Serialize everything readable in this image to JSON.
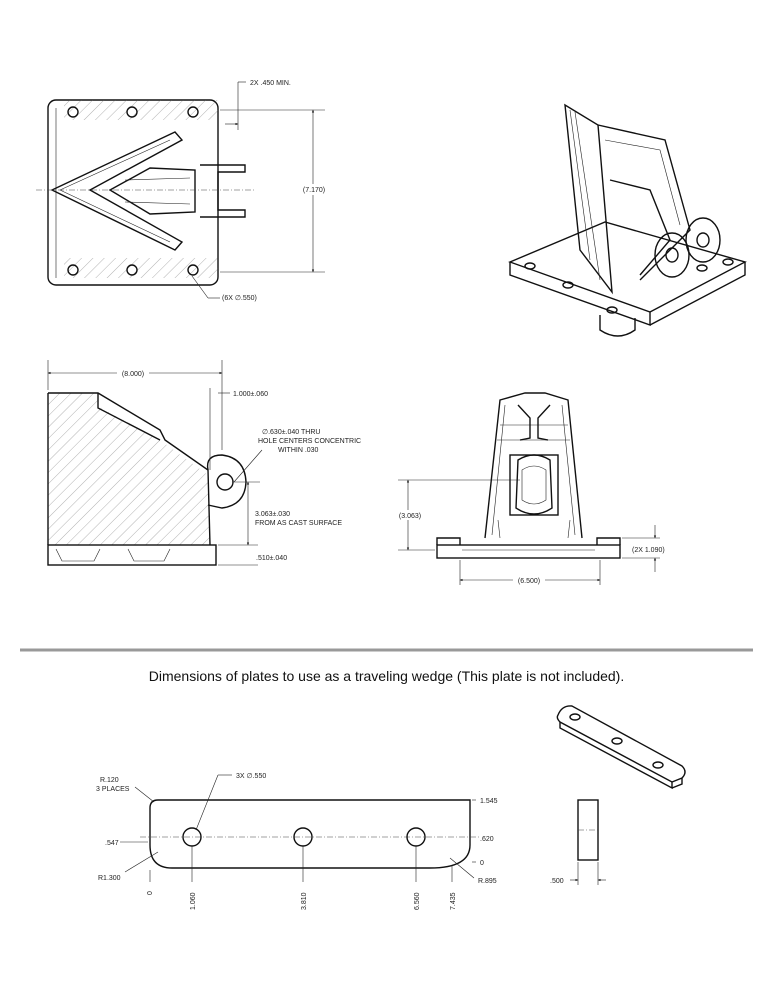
{
  "caption": "Dimensions of plates to use as a traveling wedge (This plate is not included).",
  "top_view": {
    "min_dim": "2X .450 MIN.",
    "height_dim": "(7.170)",
    "holes": "(6X ∅.550)"
  },
  "side_view": {
    "length": "(8.000)",
    "lug": "1.000±.060",
    "hole_note_1": "∅.630±.040 THRU",
    "hole_note_2": "HOLE CENTERS CONCENTRIC",
    "hole_note_3": "WITHIN .030",
    "height_1": "3.063±.030",
    "height_2": "FROM AS CAST SURFACE",
    "base": ".510±.040"
  },
  "front_view": {
    "height": "(3.063)",
    "ear": "(2X 1.090)",
    "width": "(6.500)"
  },
  "plate": {
    "corner_radius": "R.120",
    "corner_places": "3 PLACES",
    "holes": "3X ∅.550",
    "y_top": "1.545",
    "y_left": ".547",
    "y_center": ".620",
    "y_zero": "0",
    "left_radius": "R1.300",
    "right_radius": "R.895",
    "x_ticks": [
      "0",
      "1.060",
      "3.810",
      "6.560",
      "7.435"
    ],
    "thickness": ".500"
  },
  "colors": {
    "line": "#111111",
    "divider": "#999999"
  }
}
